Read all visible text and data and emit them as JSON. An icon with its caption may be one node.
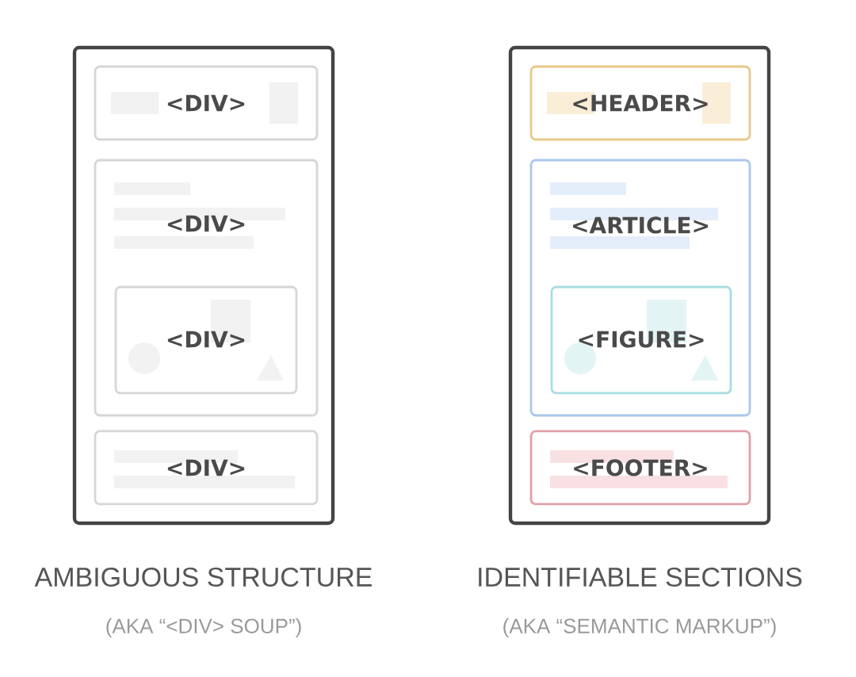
{
  "diagram": {
    "nodes": [
      {
        "text": [],
        "shape": "box",
        "beside": [
          "AMBIGUOUS STRUCTURE",
          "(AKA “<DIV> SOUP”)"
        ]
      },
      {
        "text": [
          "<DIV>"
        ],
        "in": 0
      },
      {
        "text": [
          "<DIV>"
        ],
        "in": 0
      },
      {
        "text": [
          "<DIV>"
        ],
        "in": 2
      },
      {
        "text": [
          "<DIV>"
        ],
        "in": 0
      },
      {
        "text": [],
        "shape": "box",
        "beside": [
          "IDENTIFIABLE SECTIONS",
          "(AKA “SEMANTIC MARKUP”)"
        ]
      },
      {
        "text": [
          "<HEADER>"
        ],
        "in": 5
      },
      {
        "text": [
          "<ARTICLE>"
        ],
        "in": 5
      },
      {
        "text": [
          "<FIGURE>"
        ],
        "in": 7
      },
      {
        "text": [
          "<FOOTER>"
        ],
        "in": 5
      }
    ],
    "edges": []
  }
}
